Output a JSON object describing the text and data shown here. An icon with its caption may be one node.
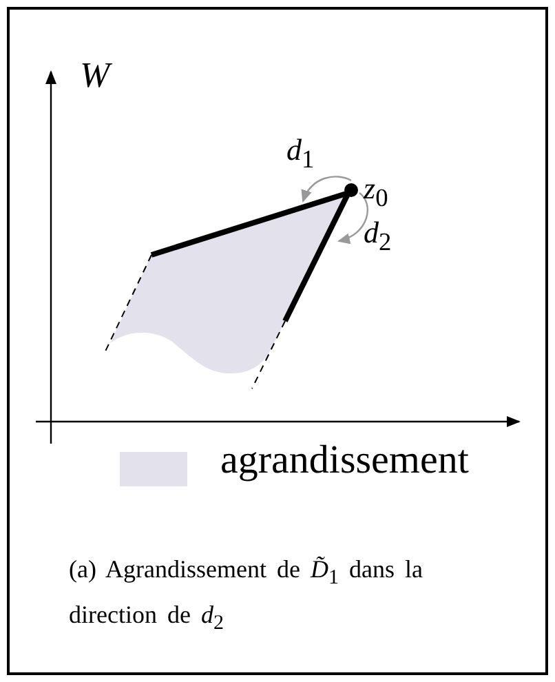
{
  "diagram": {
    "caption": "(a) Agrandissement de *D̃*$_{1}$ dans la direction de *d*$_{2}$",
    "labels": [
      "W",
      "*d*$_{1}$",
      "*z*$_{0}$",
      "*d*$_{2}$"
    ],
    "legend": [
      {
        "text": "agrandissement",
        "color": "#e2e1ec"
      }
    ]
  }
}
